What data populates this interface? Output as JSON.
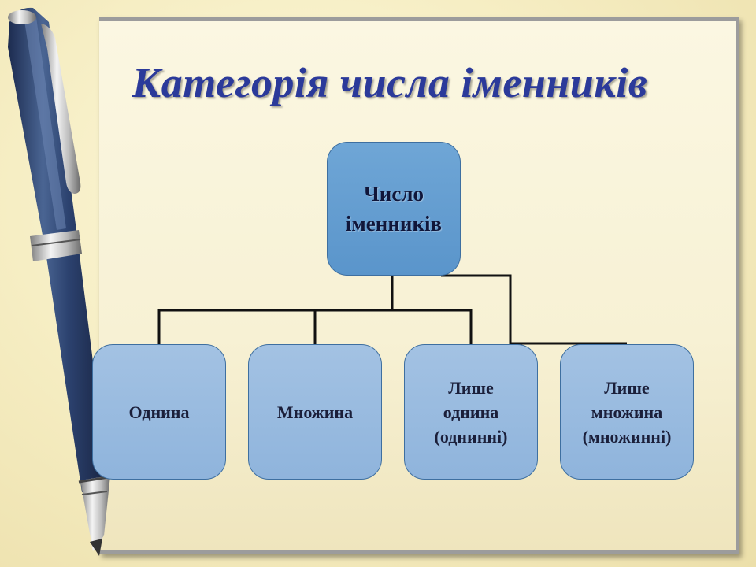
{
  "title": "Категорія числа іменників",
  "root": {
    "line1": "Число",
    "line2": "іменників"
  },
  "children": [
    {
      "lines": [
        "Однина"
      ]
    },
    {
      "lines": [
        "Множина"
      ]
    },
    {
      "lines": [
        "Лише",
        "однина",
        "(однинні)"
      ]
    },
    {
      "lines": [
        "Лише",
        "множина",
        "(множинні)"
      ]
    }
  ],
  "colors": {
    "title": "#2b3a9a",
    "root_fill": "#5a95cb",
    "child_fill": "#8fb4dc",
    "pen_body": "#2a3f6b"
  },
  "decoration": {
    "left_image": "fountain-pen-icon"
  }
}
